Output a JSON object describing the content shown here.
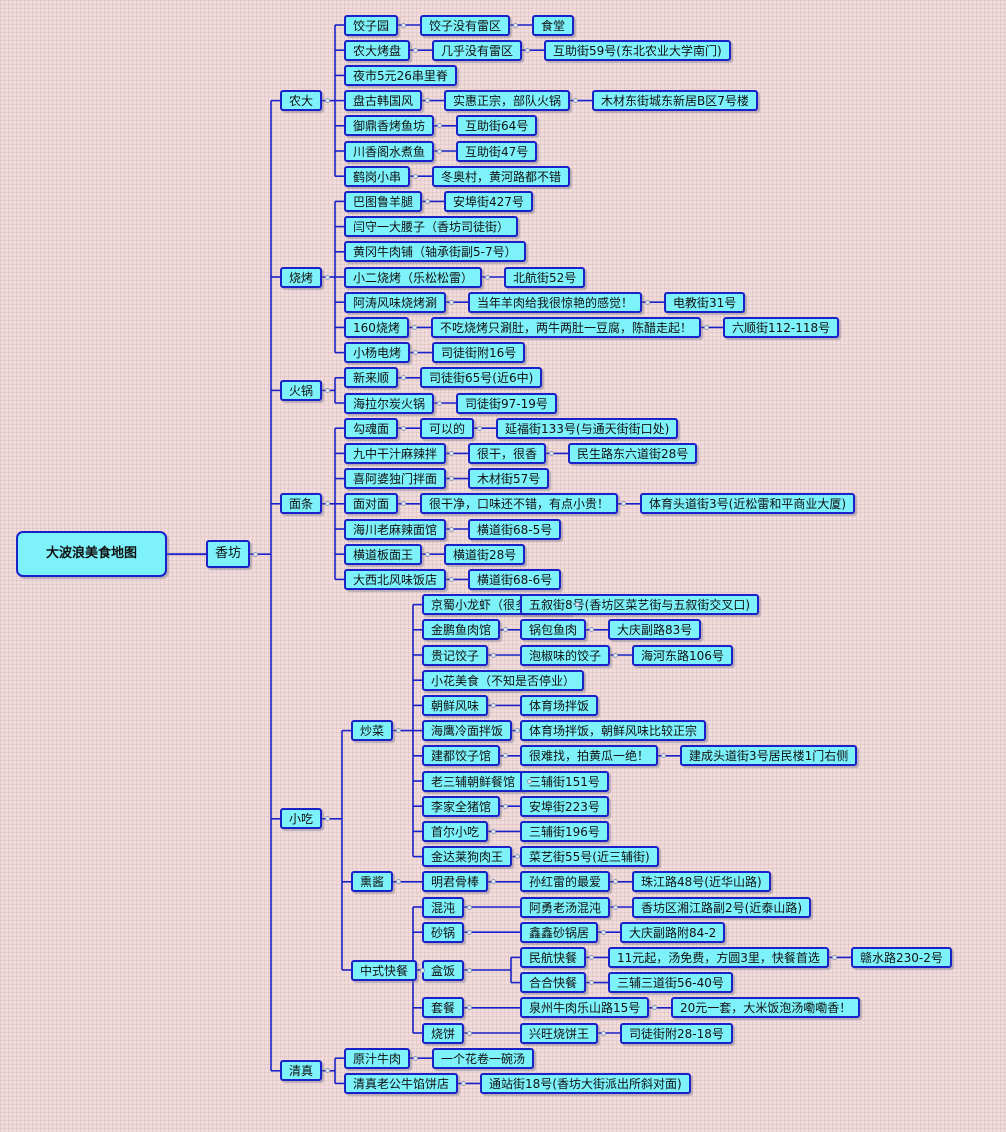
{
  "root": "大波浪美食地图",
  "tree": [
    {
      "label": "香坊",
      "children": [
        {
          "label": "农大",
          "children": [
            {
              "label": "饺子园",
              "children": [
                {
                  "label": "饺子没有雷区",
                  "children": [
                    {
                      "label": "食堂"
                    }
                  ]
                }
              ]
            },
            {
              "label": "农大烤盘",
              "children": [
                {
                  "label": "几乎没有雷区",
                  "children": [
                    {
                      "label": "互助街59号(东北农业大学南门)"
                    }
                  ]
                }
              ]
            },
            {
              "label": "夜市5元26串里脊"
            },
            {
              "label": "盘古韩国风",
              "children": [
                {
                  "label": "实惠正宗，部队火锅",
                  "children": [
                    {
                      "label": "木材东街城东新居B区7号楼"
                    }
                  ]
                }
              ]
            },
            {
              "label": "御鼎香烤鱼坊",
              "children": [
                {
                  "label": "互助街64号"
                }
              ]
            },
            {
              "label": "川香阁水煮鱼",
              "children": [
                {
                  "label": "互助街47号"
                }
              ]
            },
            {
              "label": "鹤岗小串",
              "children": [
                {
                  "label": "冬奥村，黄河路都不错"
                }
              ]
            }
          ]
        },
        {
          "label": "烧烤",
          "children": [
            {
              "label": "巴图鲁羊腿",
              "children": [
                {
                  "label": "安埠街427号"
                }
              ]
            },
            {
              "label": "闫守一大腰子（香坊司徒街）"
            },
            {
              "label": "黄冈牛肉铺（轴承街副5-7号）"
            },
            {
              "label": "小二烧烤（乐松松雷）",
              "children": [
                {
                  "label": "北航街52号"
                }
              ]
            },
            {
              "label": "阿涛风味烧烤涮",
              "children": [
                {
                  "label": "当年羊肉给我很惊艳的感觉！",
                  "children": [
                    {
                      "label": "电教街31号"
                    }
                  ]
                }
              ]
            },
            {
              "label": "160烧烤",
              "children": [
                {
                  "label": "不吃烧烤只涮肚，两牛两肚一豆腐，陈醋走起！",
                  "children": [
                    {
                      "label": "六顺街112-118号"
                    }
                  ]
                }
              ]
            },
            {
              "label": "小杨电烤",
              "children": [
                {
                  "label": "司徒街附16号"
                }
              ]
            }
          ]
        },
        {
          "label": "火锅",
          "children": [
            {
              "label": "新来顺",
              "children": [
                {
                  "label": "司徒街65号(近6中)"
                }
              ]
            },
            {
              "label": "海拉尔炭火锅",
              "children": [
                {
                  "label": "司徒街97-19号"
                }
              ]
            }
          ]
        },
        {
          "label": "面条",
          "children": [
            {
              "label": "勾魂面",
              "children": [
                {
                  "label": "可以的",
                  "children": [
                    {
                      "label": "延福街133号(与通天街街口处)"
                    }
                  ]
                }
              ]
            },
            {
              "label": "九中干汁麻辣拌",
              "children": [
                {
                  "label": "很干，很香",
                  "children": [
                    {
                      "label": "民生路东六道街28号"
                    }
                  ]
                }
              ]
            },
            {
              "label": "喜阿婆独门拌面",
              "children": [
                {
                  "label": "木材街57号"
                }
              ]
            },
            {
              "label": "面对面",
              "children": [
                {
                  "label": "很干净，口味还不错，有点小贵！",
                  "children": [
                    {
                      "label": "体育头道街3号(近松雷和平商业大厦)"
                    }
                  ]
                }
              ]
            },
            {
              "label": "海川老麻辣面馆",
              "children": [
                {
                  "label": "横道街68-5号"
                }
              ]
            },
            {
              "label": "横道板面王",
              "children": [
                {
                  "label": "横道街28号"
                }
              ]
            },
            {
              "label": "大西北风味饭店",
              "children": [
                {
                  "label": "横道街68-6号"
                }
              ]
            }
          ]
        },
        {
          "label": "小吃",
          "children": [
            {
              "label": "炒菜",
              "children": [
                {
                  "label": "京蜀小龙虾（很多分店）",
                  "children": [
                    {
                      "label": "五叙街8号(香坊区菜艺街与五叙街交叉口)"
                    }
                  ]
                },
                {
                  "label": "金鹏鱼肉馆",
                  "children": [
                    {
                      "label": "锅包鱼肉",
                      "children": [
                        {
                          "label": "大庆副路83号"
                        }
                      ]
                    }
                  ]
                },
                {
                  "label": "贵记饺子",
                  "children": [
                    {
                      "label": "泡椒味的饺子",
                      "children": [
                        {
                          "label": "海河东路106号"
                        }
                      ]
                    }
                  ]
                },
                {
                  "label": "小花美食（不知是否停业）"
                },
                {
                  "label": "朝鲜风味",
                  "children": [
                    {
                      "label": "体育场拌饭"
                    }
                  ]
                },
                {
                  "label": "海鹰冷面拌饭",
                  "children": [
                    {
                      "label": "体育场拌饭，朝鲜风味比较正宗"
                    }
                  ]
                },
                {
                  "label": "建都饺子馆",
                  "children": [
                    {
                      "label": "很难找，拍黄瓜一绝！",
                      "children": [
                        {
                          "label": "建成头道街3号居民楼1门右侧"
                        }
                      ]
                    }
                  ]
                },
                {
                  "label": "老三辅朝鲜餐馆",
                  "children": [
                    {
                      "label": "三辅街151号"
                    }
                  ]
                },
                {
                  "label": "李家全猪馆",
                  "children": [
                    {
                      "label": "安埠街223号"
                    }
                  ]
                },
                {
                  "label": "首尔小吃",
                  "children": [
                    {
                      "label": "三辅街196号"
                    }
                  ]
                },
                {
                  "label": "金达莱狗肉王",
                  "children": [
                    {
                      "label": "菜艺街55号(近三辅街)"
                    }
                  ]
                }
              ]
            },
            {
              "label": "熏酱",
              "children": [
                {
                  "label": "明君骨棒",
                  "children": [
                    {
                      "label": "孙红雷的最爱",
                      "children": [
                        {
                          "label": "珠江路48号(近华山路)"
                        }
                      ]
                    }
                  ]
                }
              ]
            },
            {
              "label": "中式快餐",
              "children": [
                {
                  "label": "混沌",
                  "children": [
                    {
                      "label": "阿勇老汤混沌",
                      "children": [
                        {
                          "label": "香坊区湘江路副2号(近泰山路)"
                        }
                      ]
                    }
                  ]
                },
                {
                  "label": "砂锅",
                  "children": [
                    {
                      "label": "鑫鑫砂锅居",
                      "children": [
                        {
                          "label": "大庆副路附84-2"
                        }
                      ]
                    }
                  ]
                },
                {
                  "label": "盒饭",
                  "children": [
                    {
                      "label": "民航快餐",
                      "children": [
                        {
                          "label": "11元起，汤免费，方圆3里，快餐首选",
                          "children": [
                            {
                              "label": "赣水路230-2号"
                            }
                          ]
                        }
                      ]
                    },
                    {
                      "label": "合合快餐",
                      "children": [
                        {
                          "label": "三辅三道街56-40号"
                        }
                      ]
                    }
                  ]
                },
                {
                  "label": "套餐",
                  "children": [
                    {
                      "label": "泉州牛肉乐山路15号",
                      "children": [
                        {
                          "label": "20元一套，大米饭泡汤嘞嘞香！"
                        }
                      ]
                    }
                  ]
                },
                {
                  "label": "烧饼",
                  "children": [
                    {
                      "label": "兴旺烧饼王",
                      "children": [
                        {
                          "label": "司徒街附28-18号"
                        }
                      ]
                    }
                  ]
                }
              ]
            }
          ]
        },
        {
          "label": "清真",
          "children": [
            {
              "label": "原汁牛肉",
              "children": [
                {
                  "label": "一个花卷一碗汤"
                }
              ]
            },
            {
              "label": "清真老公牛馅饼店",
              "children": [
                {
                  "label": "通站街18号(香坊大街派出所斜对面)"
                }
              ]
            }
          ]
        }
      ]
    }
  ]
}
